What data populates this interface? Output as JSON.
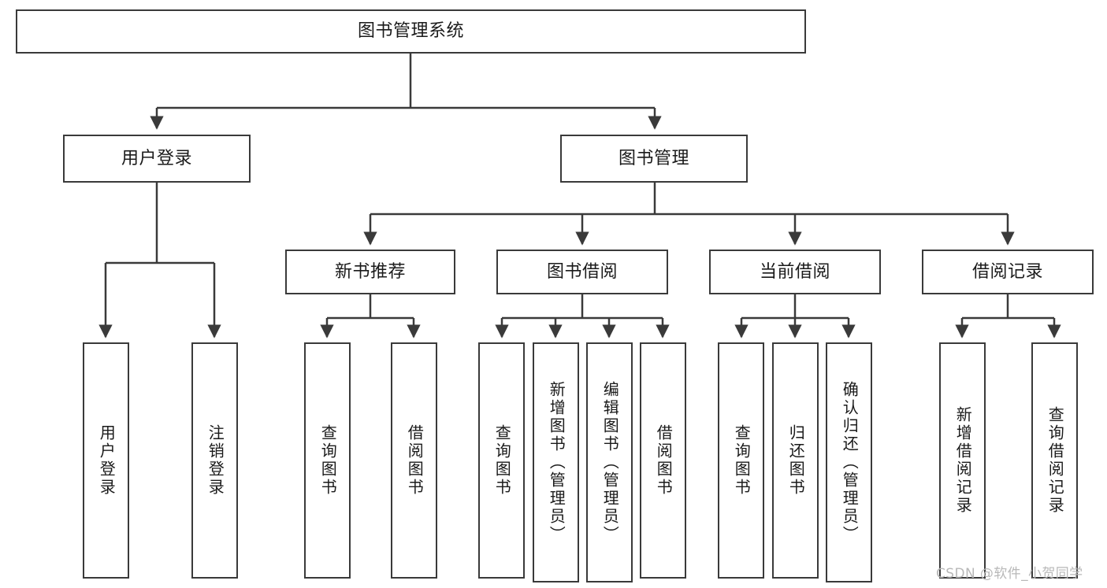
{
  "diagram": {
    "title": "图书管理系统",
    "type": "tree-hierarchy-chart",
    "watermark": "CSDN @软件_小贺同学",
    "stroke_color": "#3a3a3a",
    "fill_color": "#ffffff",
    "text_color": "#1a1a1a",
    "watermark_color": "#b8b8b8"
  },
  "nodes": {
    "root": {
      "label": "图书管理系统"
    },
    "level2": [
      {
        "label": "用户登录"
      },
      {
        "label": "图书管理"
      }
    ],
    "level3": [
      {
        "label": "新书推荐"
      },
      {
        "label": "图书借阅"
      },
      {
        "label": "当前借阅"
      },
      {
        "label": "借阅记录"
      }
    ],
    "leaves": {
      "user_login": [
        {
          "label": "用户登录"
        },
        {
          "label": "注销登录"
        }
      ],
      "new_book_recommend": [
        {
          "label": "查询图书"
        },
        {
          "label": "借阅图书"
        }
      ],
      "book_borrow": [
        {
          "label": "查询图书"
        },
        {
          "label": "新增图书（管理员）"
        },
        {
          "label": "编辑图书（管理员）"
        },
        {
          "label": "借阅图书"
        }
      ],
      "current_borrow": [
        {
          "label": "查询图书"
        },
        {
          "label": "归还图书"
        },
        {
          "label": "确认归还（管理员）"
        }
      ],
      "borrow_record": [
        {
          "label": "新增借阅记录"
        },
        {
          "label": "查询借阅记录"
        }
      ]
    }
  }
}
